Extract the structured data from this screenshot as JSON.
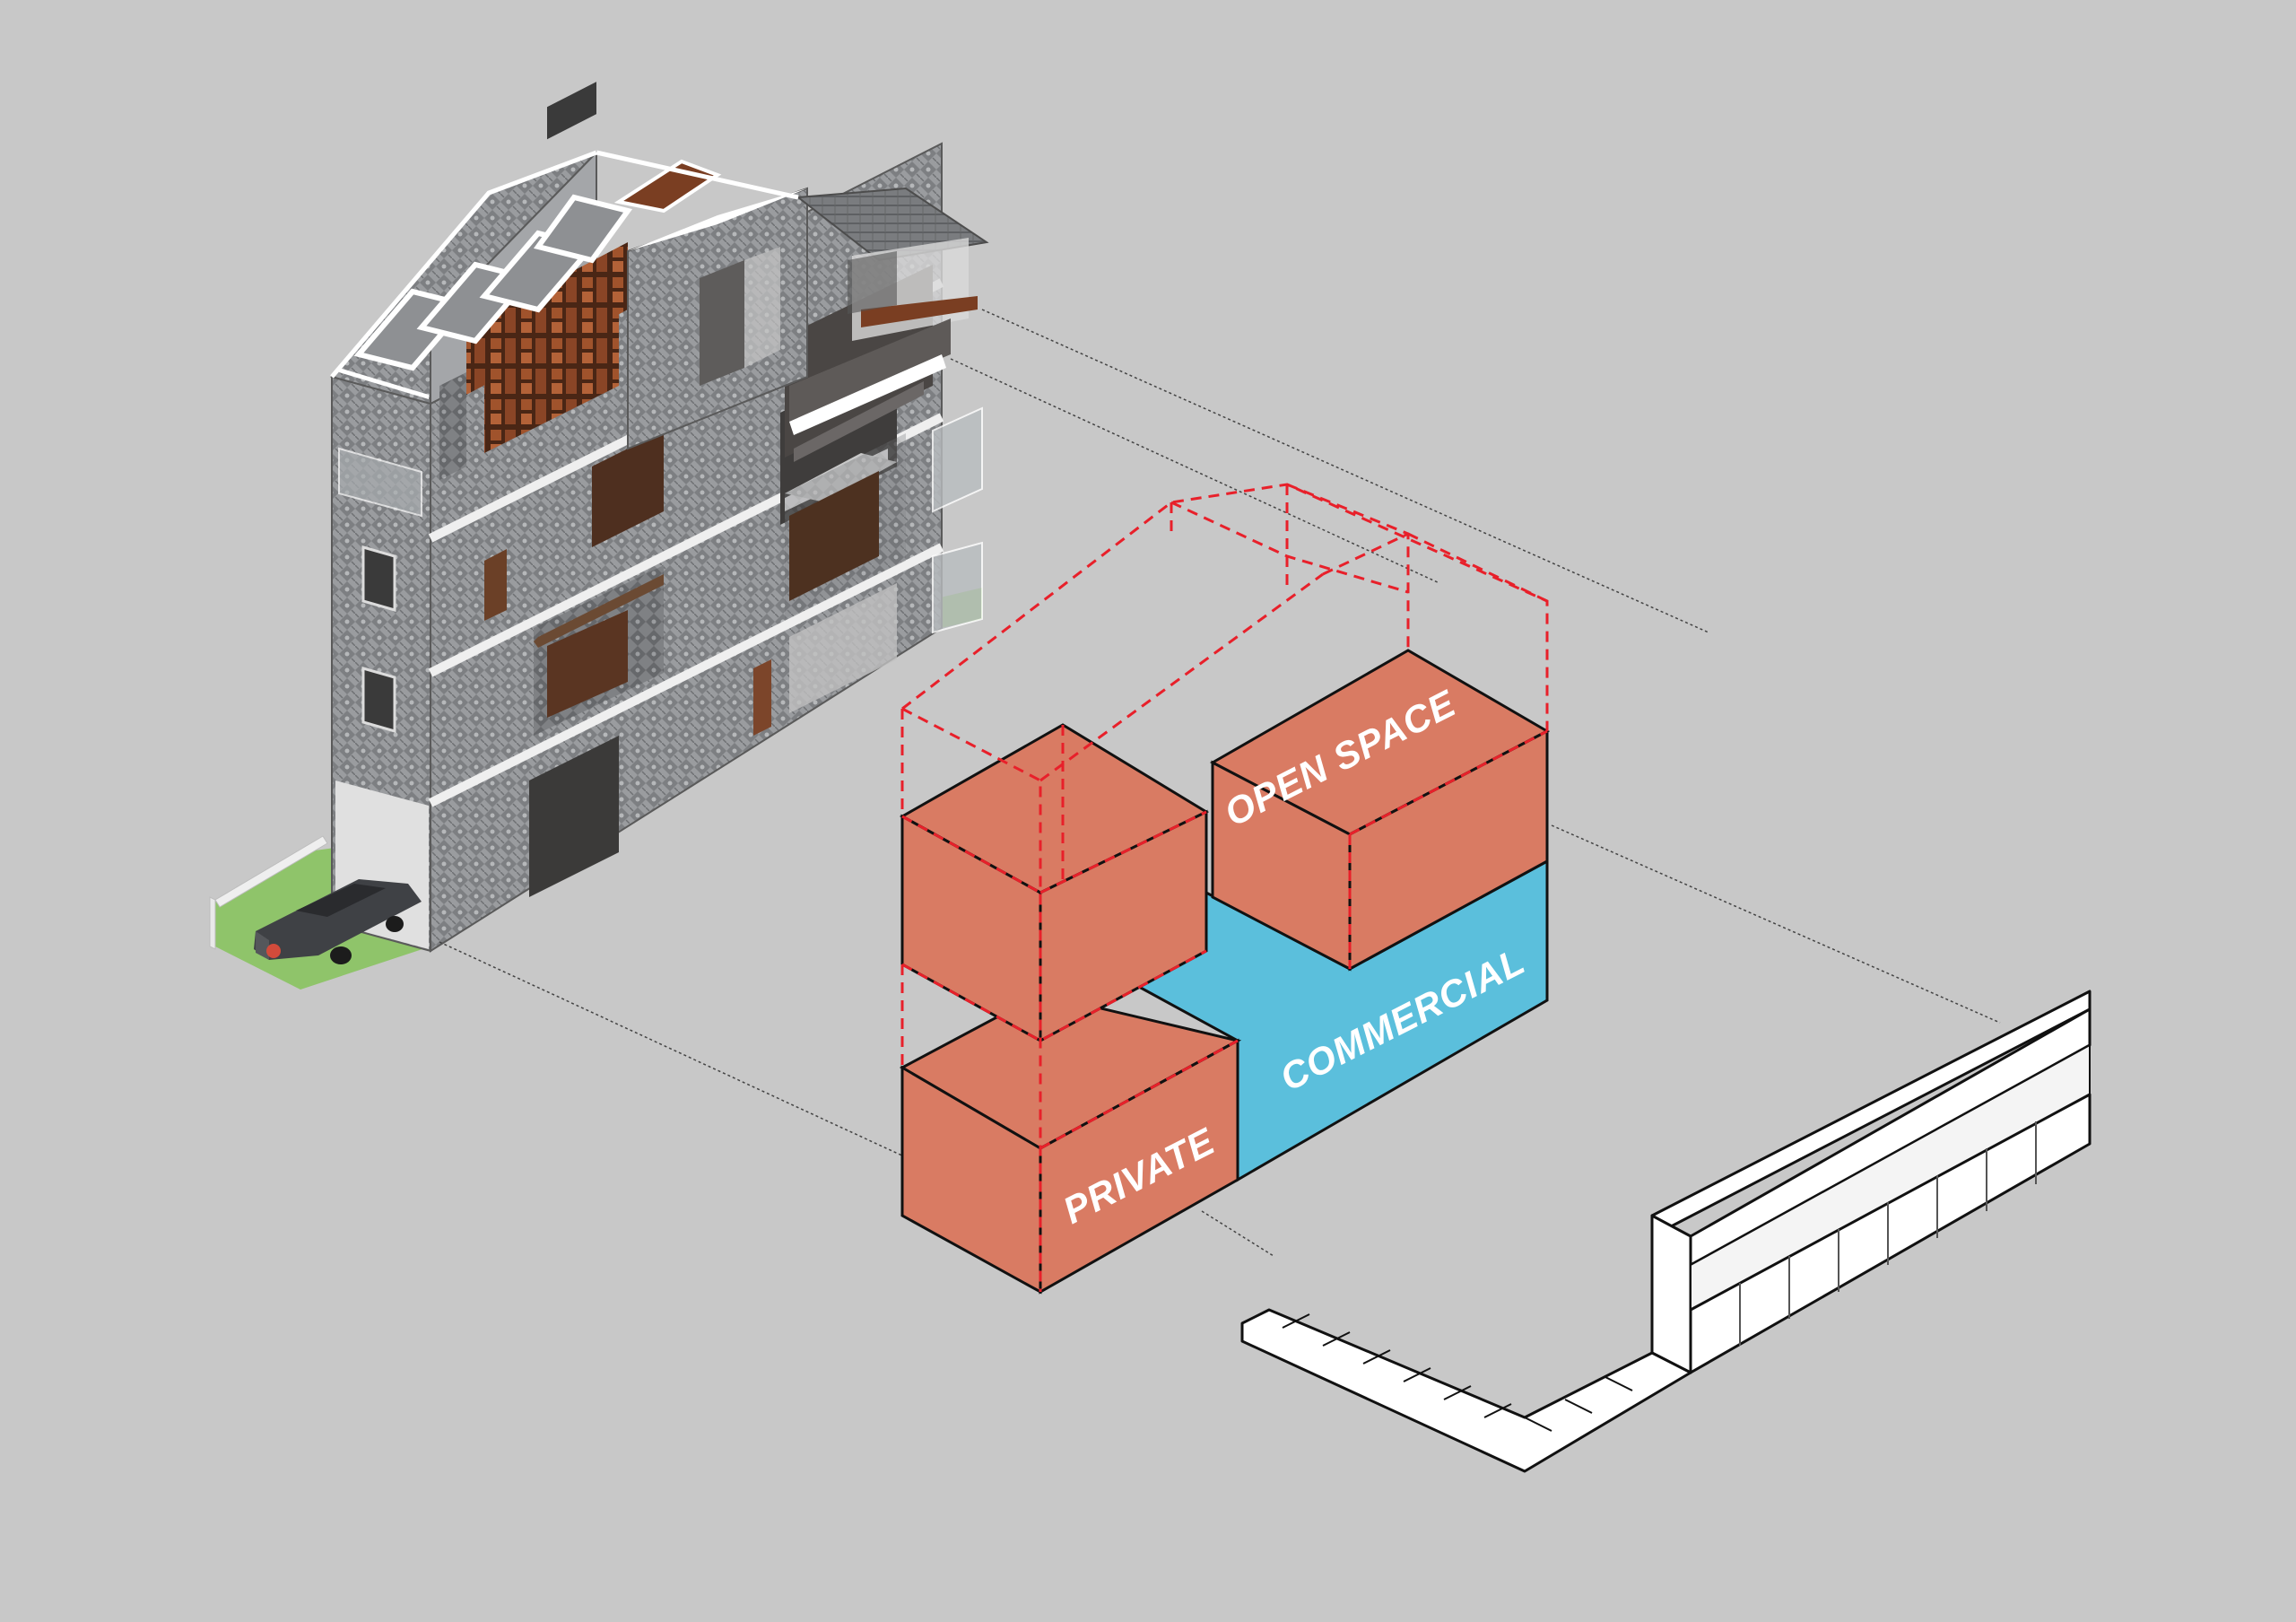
{
  "diagram": {
    "zones": {
      "open_space": "OPEN SPACE",
      "commercial": "COMMERCIAL",
      "private": "PRIVATE"
    },
    "colors": {
      "background": "#c8c8c8",
      "private_orange": "#d97b63",
      "commercial_blue": "#5bbfdc",
      "dashed_red": "#e8202a",
      "wall_grey": "#8e9093",
      "timber": "#7a3e22",
      "lawn": "#8fc46a"
    }
  }
}
